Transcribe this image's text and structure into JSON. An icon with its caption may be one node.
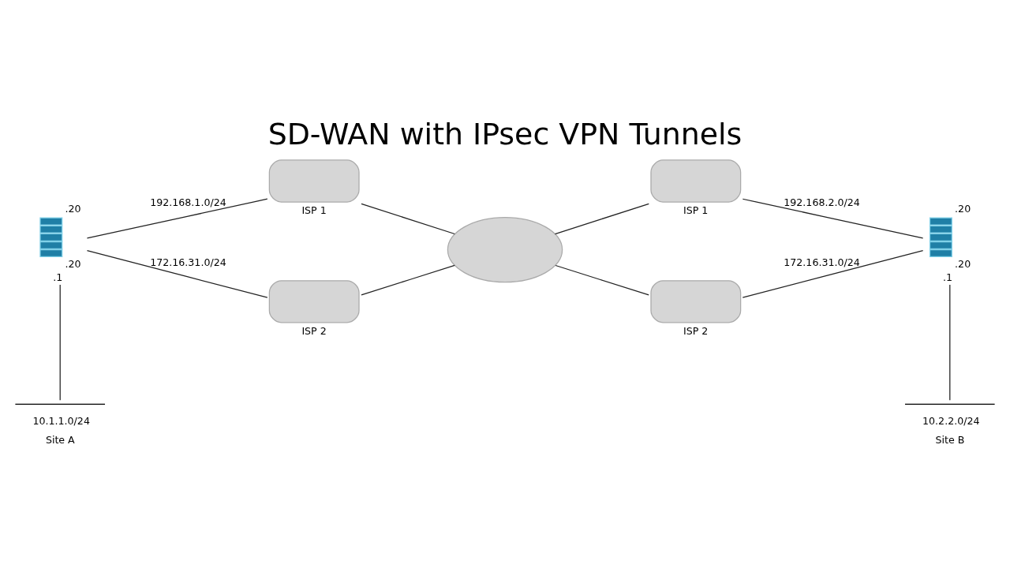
{
  "diagram": {
    "title": "SD-WAN with IPsec VPN Tunnels",
    "nodes": [
      {
        "text": [],
        "shape": "firewall",
        "beside": [
          ".20",
          ".20",
          ".1"
        ]
      },
      {
        "text": [
          "10.1.1.0/24",
          "Site A"
        ]
      },
      {
        "text": [
          "ISP 1"
        ]
      },
      {
        "text": [
          "ISP 2"
        ]
      },
      {
        "text": [],
        "shape": "cloud"
      },
      {
        "text": [
          "ISP 1"
        ]
      },
      {
        "text": [
          "ISP 2"
        ]
      },
      {
        "text": [],
        "shape": "firewall",
        "beside": [
          ".20",
          ".20",
          ".1"
        ]
      },
      {
        "text": [
          "10.2.2.0/24",
          "Site B"
        ]
      }
    ],
    "edges": [
      {
        "from": 0,
        "to": 2,
        "arrow": "none",
        "label": "192.168.1.0/24"
      },
      {
        "from": 0,
        "to": 3,
        "arrow": "none",
        "label": "172.16.31.0/24"
      },
      {
        "from": 0,
        "to": 1,
        "arrow": "none"
      },
      {
        "from": 2,
        "to": 4,
        "arrow": "none"
      },
      {
        "from": 3,
        "to": 4,
        "arrow": "none"
      },
      {
        "from": 4,
        "to": 5,
        "arrow": "none"
      },
      {
        "from": 4,
        "to": 6,
        "arrow": "none"
      },
      {
        "from": 5,
        "to": 7,
        "arrow": "none",
        "label": "192.168.2.0/24"
      },
      {
        "from": 6,
        "to": 7,
        "arrow": "none",
        "label": "172.16.31.0/24"
      },
      {
        "from": 7,
        "to": 8,
        "arrow": "none"
      }
    ]
  }
}
